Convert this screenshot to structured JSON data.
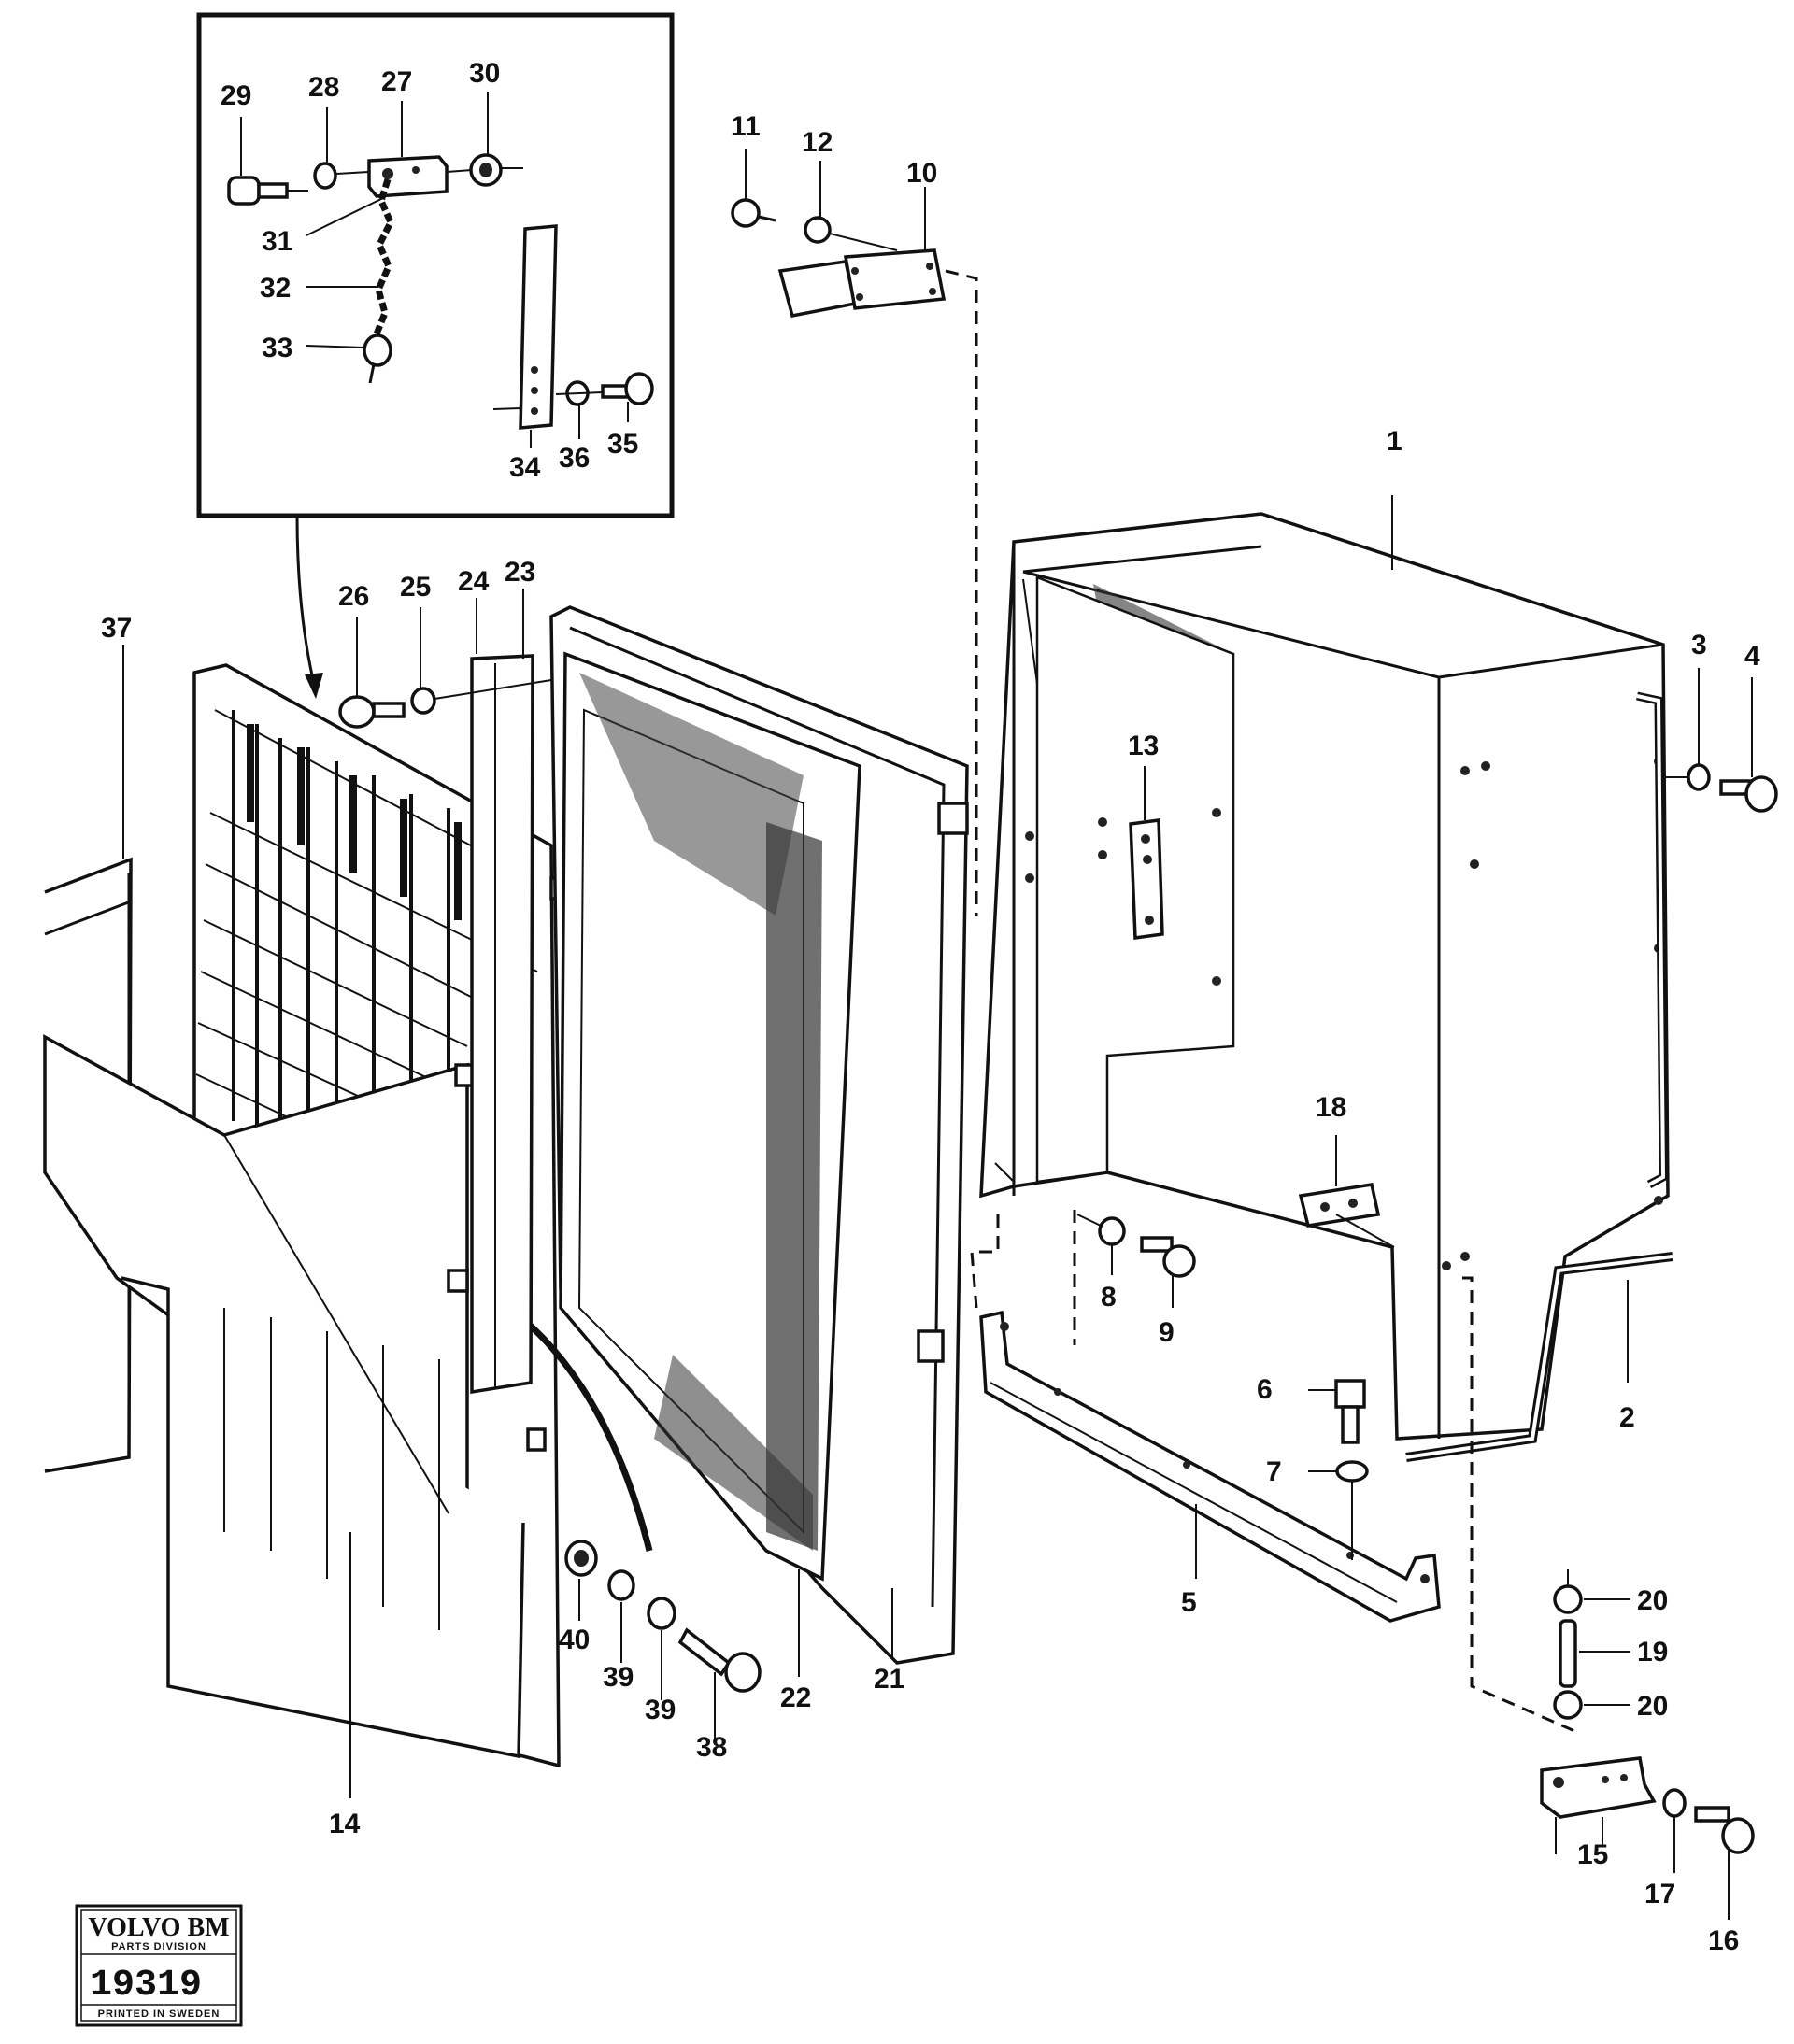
{
  "callouts": [
    "1",
    "2",
    "3",
    "4",
    "5",
    "6",
    "7",
    "8",
    "9",
    "10",
    "11",
    "12",
    "13",
    "14",
    "15",
    "16",
    "17",
    "18",
    "19",
    "20",
    "20",
    "21",
    "22",
    "23",
    "24",
    "25",
    "26",
    "27",
    "28",
    "29",
    "30",
    "31",
    "32",
    "33",
    "34",
    "35",
    "36",
    "37",
    "38",
    "39",
    "39",
    "40"
  ],
  "stamp": {
    "brand": "VOLVO BM",
    "division": "PARTS DIVISION",
    "number": "19319",
    "footer": "PRINTED IN SWEDEN"
  }
}
